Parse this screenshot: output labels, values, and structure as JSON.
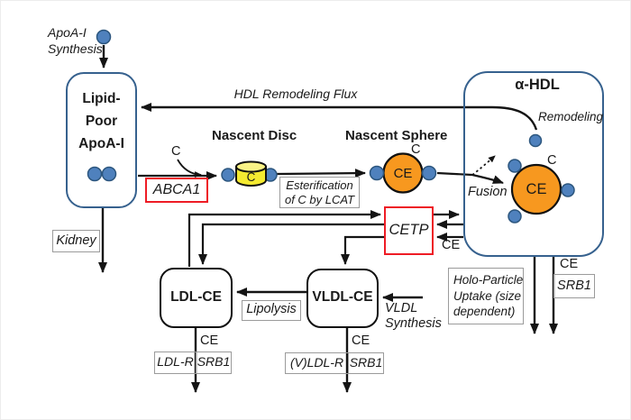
{
  "colors": {
    "particle_fill": "#4f81bd",
    "particle_stroke": "#2c567e",
    "core_orange_fill": "#f7981f",
    "cylinder_fill": "#f4ea31",
    "cylinder_top_fill": "#faf386",
    "node_border_blue": "#36618e",
    "enzyme_border_red": "#ee1c25",
    "label_border_gray": "#9b9b9b",
    "arrow_black": "#141414"
  },
  "labels": {
    "apoa1_synthesis": {
      "line1": "ApoA-I",
      "line2": "Synthesis"
    },
    "lipid_poor": {
      "line1": "Lipid-",
      "line2": "Poor",
      "line3": "ApoA-I"
    },
    "kidney": "Kidney",
    "abca1": "ABCA1",
    "free_c": "C",
    "nascent_disc": "Nascent Disc",
    "disc_core": "C",
    "esterification": {
      "line1": "Esterification",
      "line2": "of C by LCAT"
    },
    "nascent_sphere": "Nascent Sphere",
    "sphere_core": "CE",
    "sphere_surface_c": "C",
    "alpha_hdl": "α-HDL",
    "remodeling": "Remodeling",
    "hdl_remodeling_flux": "HDL Remodeling Flux",
    "fusion": "Fusion",
    "hdl_core": "CE",
    "hdl_surface_c": "C",
    "cetp": "CETP",
    "cetp_ce": "CE",
    "ldl": "LDL-CE",
    "vldl": "VLDL-CE",
    "lipolysis": "Lipolysis",
    "vldl_synthesis": {
      "line1": "VLDL",
      "line2": "Synthesis"
    },
    "holo_uptake": {
      "line1": "Holo-Particle",
      "line2": "Uptake (size",
      "line3": "dependent)"
    },
    "hdl_uptake_ce": "CE",
    "hdl_srb1": "SRB1",
    "ldl_uptake_ce": "CE",
    "ldl_receptors": {
      "left": "LDL-R",
      "right": "SRB1"
    },
    "vldl_uptake_ce": "CE",
    "vldl_receptors": {
      "left": "(V)LDL-R",
      "right": "SRB1"
    }
  }
}
